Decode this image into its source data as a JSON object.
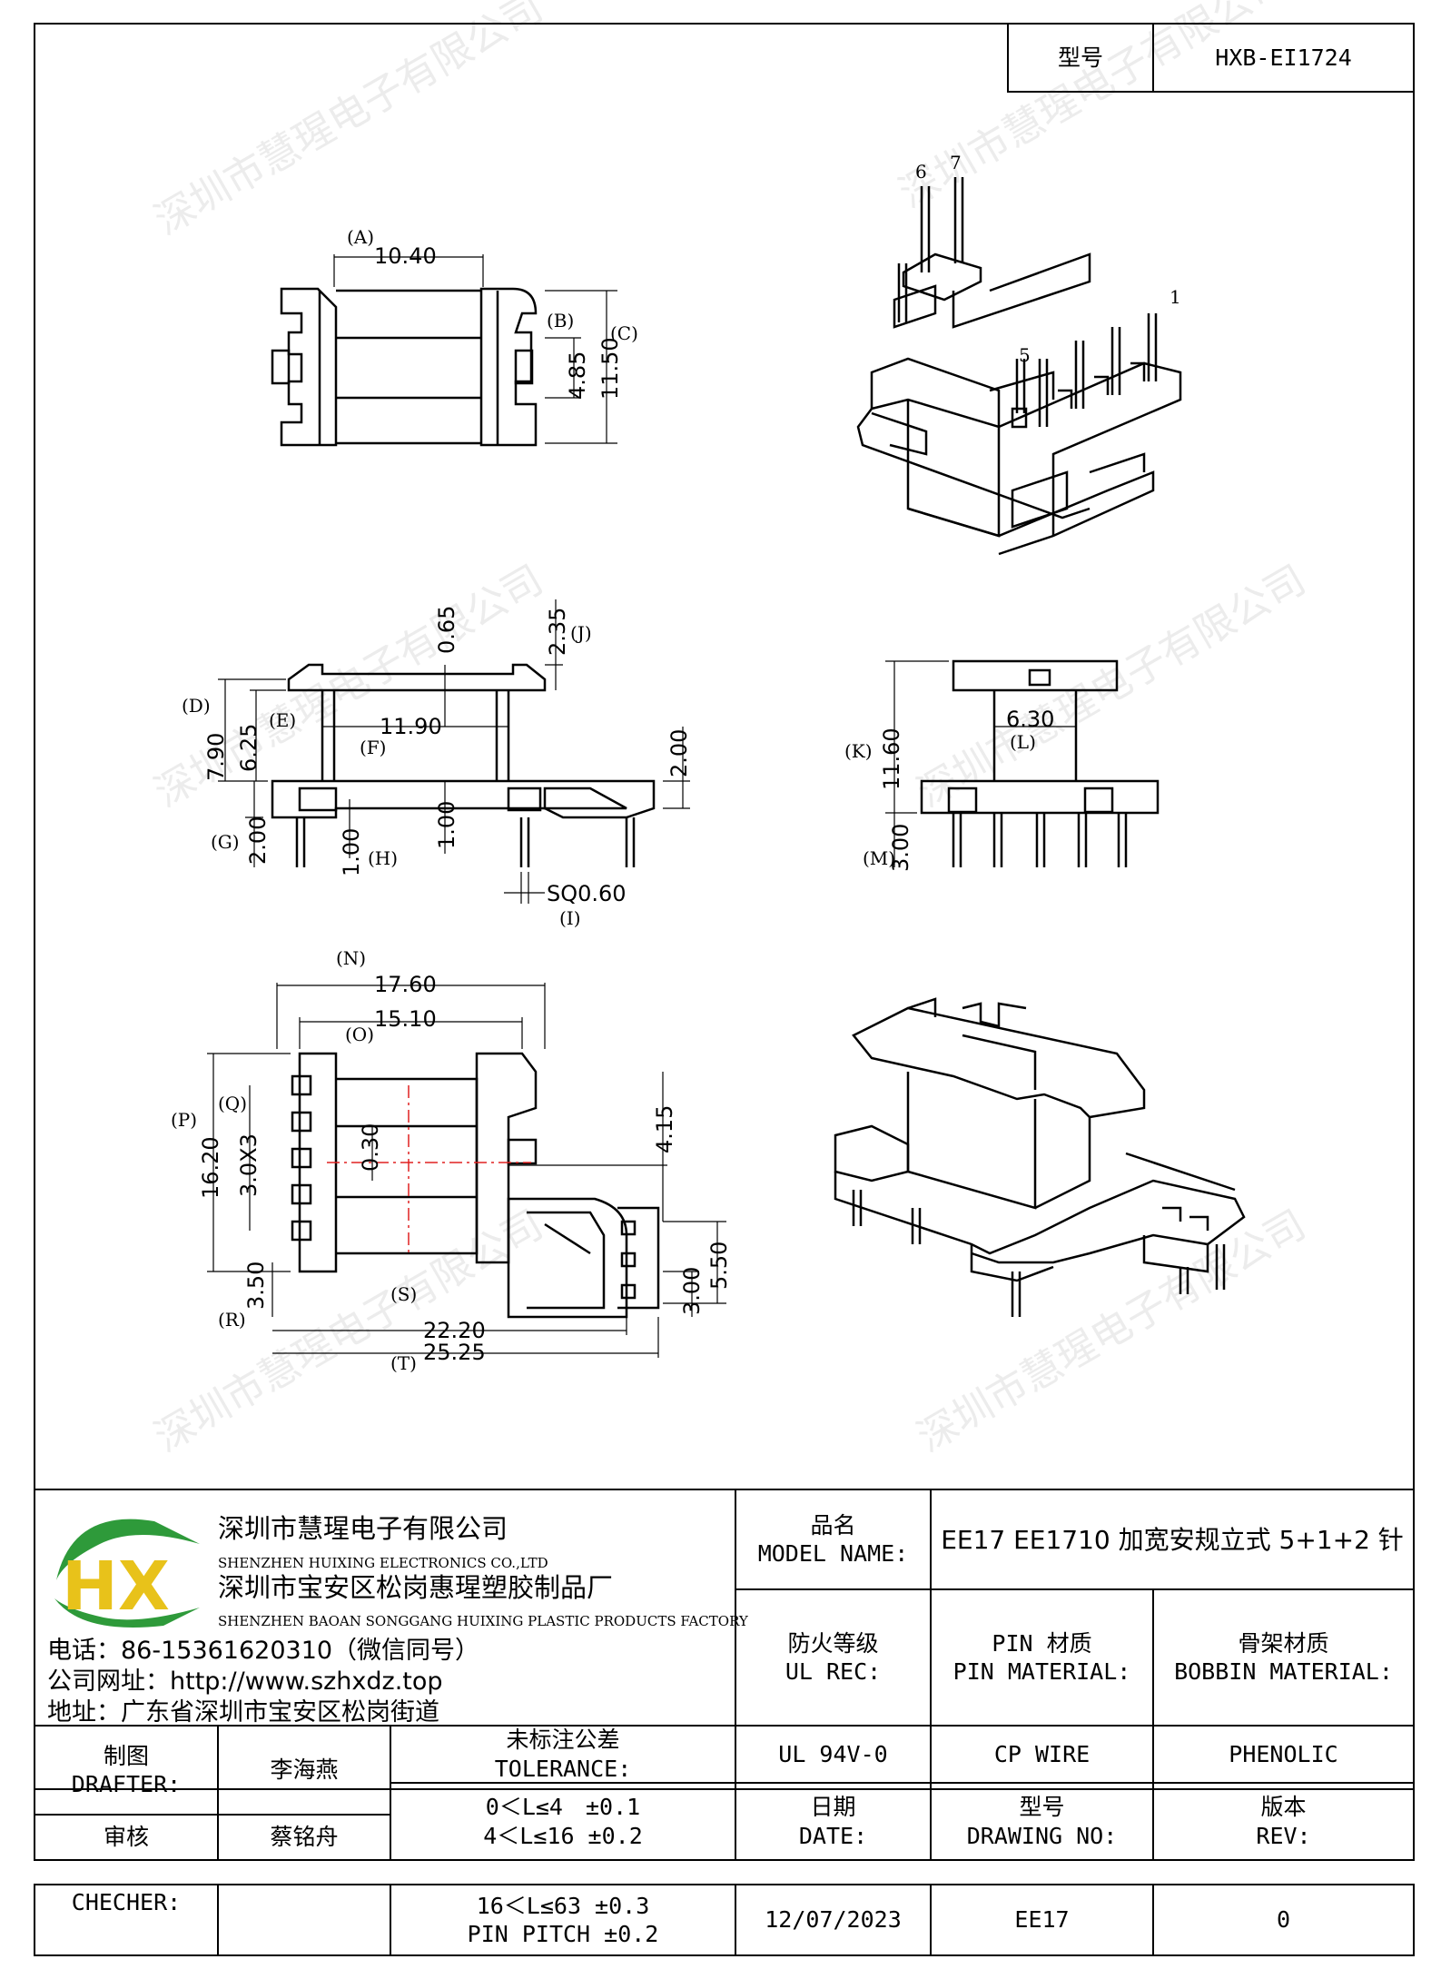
{
  "model_header": {
    "label": "型号",
    "value": "HXB-EI1724"
  },
  "dimensions": {
    "A": "(A)",
    "A_val": "10.40",
    "B": "(B)",
    "B_val": "4.85",
    "C": "(C)",
    "C_val": "11.50",
    "D": "(D)",
    "D_val": "7.90",
    "E": "(E)",
    "E_val": "6.25",
    "F": "(F)",
    "F_val": "11.90",
    "G": "(G)",
    "G_val": "2.00",
    "H": "(H)",
    "H_val": "1.00",
    "I": "(I)",
    "I_val": "SQ0.60",
    "J": "(J)",
    "J_val": "2.35",
    "top_065": "0.65",
    "mid_100": "1.00",
    "right_200": "2.00",
    "K": "(K)",
    "K_val": "11.60",
    "L": "(L)",
    "L_val": "6.30",
    "M": "(M)",
    "M_val": "3.00",
    "N": "(N)",
    "N_val": "17.60",
    "O": "(O)",
    "O_val": "15.10",
    "P": "(P)",
    "P_val": "16.20",
    "Q": "(Q)",
    "Q_val": "3.0X3",
    "R": "(R)",
    "R_val": "3.50",
    "S": "(S)",
    "S_val": "22.20",
    "T": "(T)",
    "T_val": "25.25",
    "v030": "0.30",
    "v415": "4.15",
    "v550": "5.50",
    "v300b": "3.00"
  },
  "pins": {
    "p6": "6",
    "p7": "7",
    "p1": "1",
    "p5": "5"
  },
  "company": {
    "name_cn": "深圳市慧瑆电子有限公司",
    "name_en": "SHENZHEN HUIXING ELECTRONICS CO.,LTD",
    "factory_cn": "深圳市宝安区松岗惠瑆塑胶制品厂",
    "factory_en": "SHENZHEN BAOAN SONGGANG HUIXING PLASTIC PRODUCTS FACTORY",
    "phone": "电话：86-15361620310（微信同号）",
    "website": "公司网址：http://www.szhxdz.top",
    "address": "地址：广东省深圳市宝安区松岗街道",
    "logo_text": "HX"
  },
  "title_block": {
    "model_name_cn": "品名",
    "model_name_en": "MODEL NAME:",
    "model_name_value": "EE17 EE1710 加宽安规立式 5+1+2 针",
    "fire_cn": "防火等级",
    "fire_en": "UL REC:",
    "pin_cn": "PIN 材质",
    "pin_en": "PIN MATERIAL:",
    "bobbin_cn": "骨架材质",
    "bobbin_en": "BOBBIN MATERIAL:",
    "drafter_cn": "制图",
    "drafter_en": "DRAFTER:",
    "drafter_name": "李海燕",
    "tolerance_cn": "未标注公差",
    "tolerance_en": "TOLERANCE:",
    "ul_value": "UL 94V-0",
    "pin_value": "CP WIRE",
    "bobbin_value": "PHENOLIC",
    "tol1": "0＜L≤4　±0.1",
    "tol2": "4＜L≤16 ±0.2",
    "date_cn": "日期",
    "date_en": "DATE:",
    "drawing_cn": "型号",
    "drawing_en": "DRAWING NO:",
    "rev_cn": "版本",
    "rev_en": "REV:",
    "checker_cn": "审核",
    "checker_name": "蔡铭舟",
    "checker_en": "CHECHER:",
    "tol3": "16＜L≤63 ±0.3",
    "tol4": "PIN PITCH ±0.2",
    "date_value": "12/07/2023",
    "drawing_value": "EE17",
    "rev_value": "0"
  },
  "colors": {
    "line": "#000000",
    "center": "#e02020",
    "logo_green": "#2e9a3a",
    "logo_yellow": "#e8c21a"
  }
}
